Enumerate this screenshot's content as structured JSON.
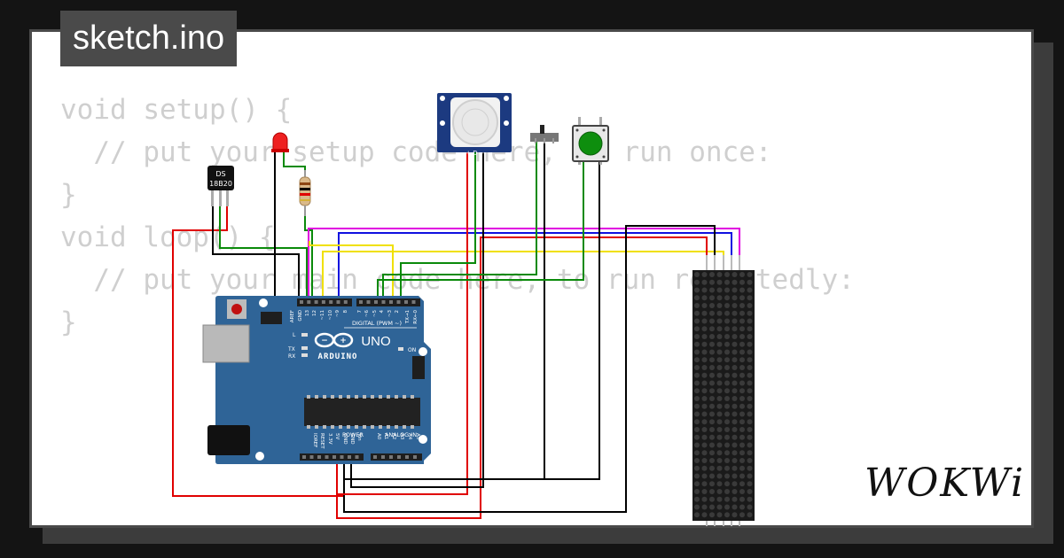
{
  "title": "sketch.ino",
  "code": {
    "lines": [
      "void setup() {",
      "  // put your setup code here, to run once:",
      "",
      "}",
      "",
      "void loop() {",
      "  // put your main code here, to run repeatedly:",
      "",
      "}"
    ]
  },
  "board": {
    "brand": "ARDUINO",
    "model": "UNO",
    "digital_label": "DIGITAL (PWM ~)",
    "analog_label": "ANALOG IN",
    "power_label": "POWER",
    "on_label": "ON",
    "tx_label": "TX",
    "rx_label": "RX",
    "l_label": "L",
    "top_pins": [
      "AREF",
      "GND",
      "13",
      "12",
      "~11",
      "~10",
      "~9",
      "8",
      "7",
      "~6",
      "~5",
      "4",
      "~3",
      "2",
      "TX→1",
      "RX←0"
    ],
    "bottom_pins": [
      "IOREF",
      "RESET",
      "3.3V",
      "5V",
      "GND",
      "GND",
      "Vin",
      "A0",
      "A1",
      "A2",
      "A3",
      "A4",
      "A5"
    ],
    "color": "#2f6497"
  },
  "sensor_ds18b20": {
    "line1": "DS",
    "line2": "18B20"
  },
  "pir_pins": "+ D −",
  "wire_colors": {
    "red": "#e00000",
    "black": "#000000",
    "green": "#0a8a0a",
    "yellow": "#f0e000",
    "blue": "#1010e0",
    "magenta": "#e000e0"
  },
  "logo": "WOKWi"
}
